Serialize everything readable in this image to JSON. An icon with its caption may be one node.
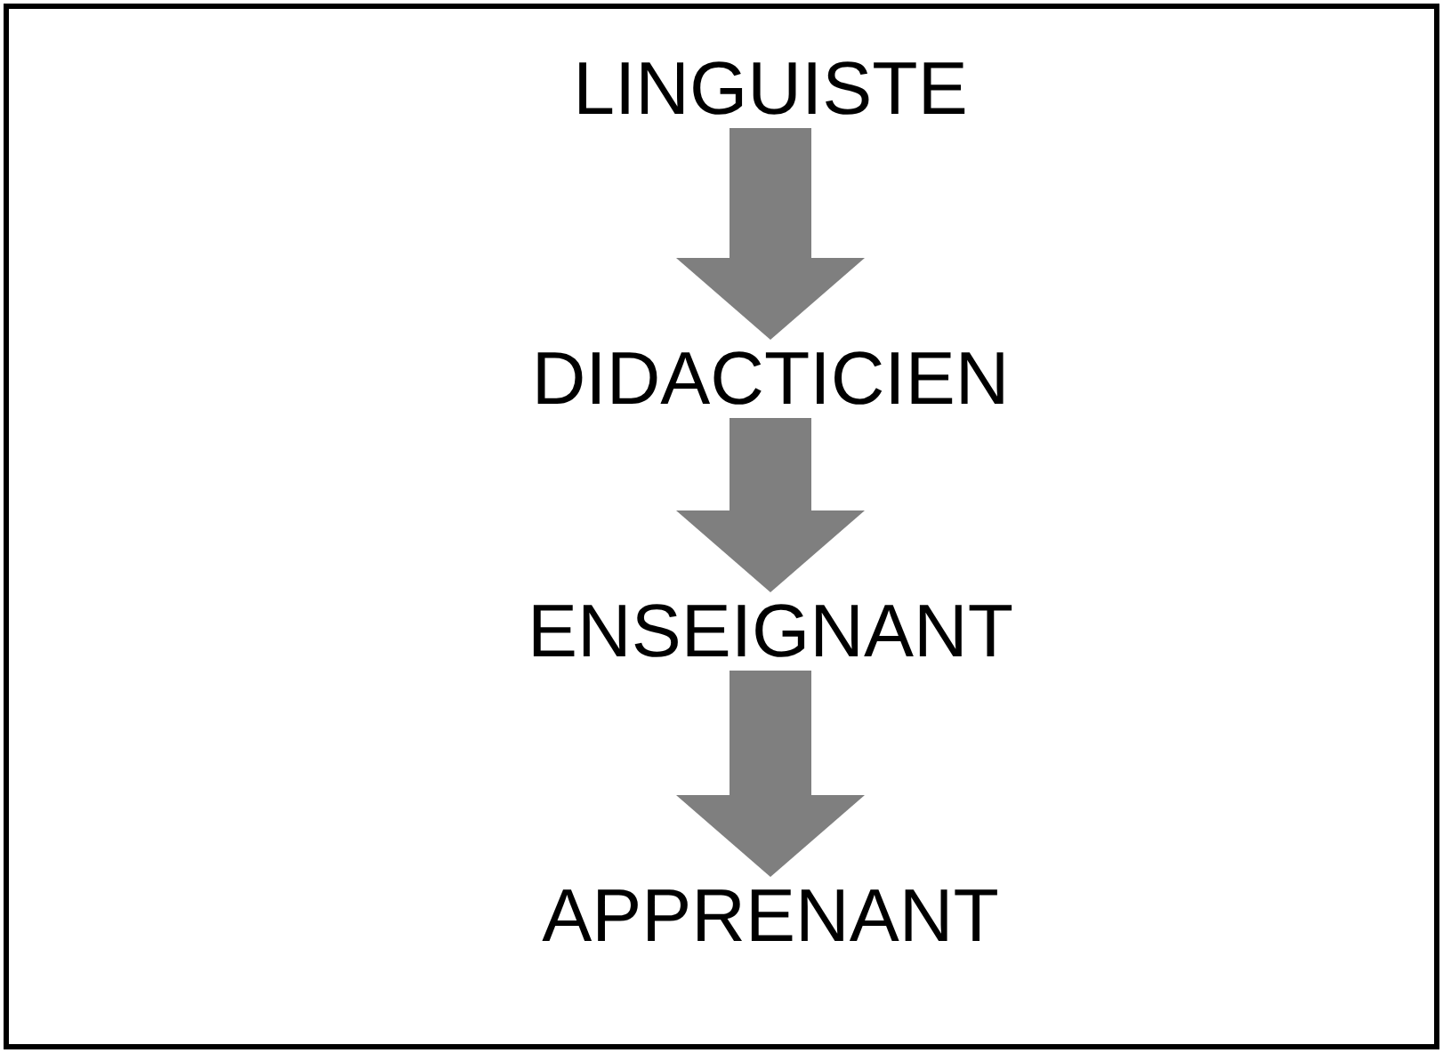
{
  "diagram": {
    "nodes": [
      {
        "text": [
          "LINGUISTE"
        ]
      },
      {
        "text": [
          "DIDACTICIEN"
        ]
      },
      {
        "text": [
          "ENSEIGNANT"
        ]
      },
      {
        "text": [
          "APPRENANT"
        ]
      }
    ],
    "edges": [
      {
        "from": 0,
        "to": 1,
        "arrow": "to"
      },
      {
        "from": 1,
        "to": 2,
        "arrow": "to"
      },
      {
        "from": 2,
        "to": 3,
        "arrow": "to"
      }
    ]
  }
}
